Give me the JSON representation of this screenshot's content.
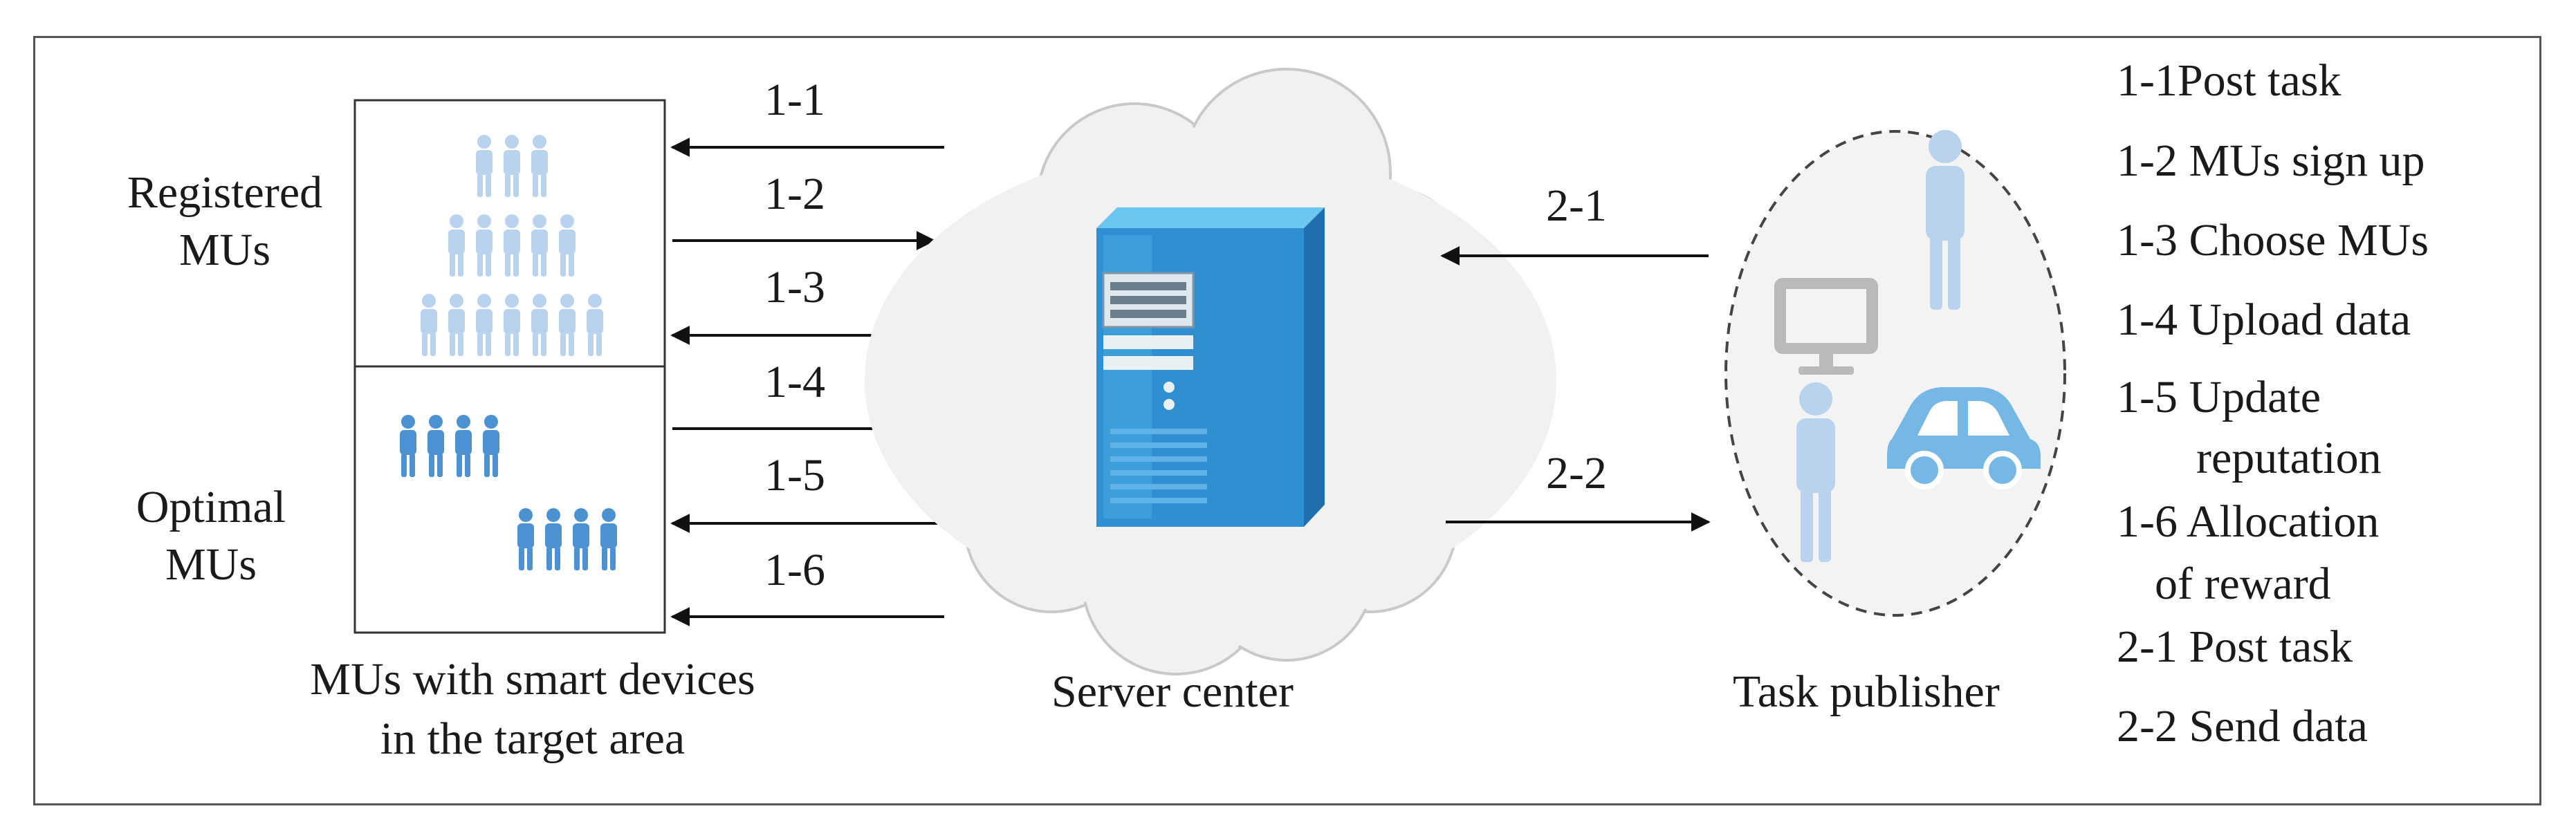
{
  "groups": {
    "registered": "Registered MUs",
    "optimal": "Optimal MUs",
    "caption_line1": "MUs with smart devices",
    "caption_line2": "in the target area"
  },
  "server": {
    "label": "Server center"
  },
  "publisher": {
    "label": "Task publisher"
  },
  "arrows": {
    "a11": "1-1",
    "a12": "1-2",
    "a13": "1-3",
    "a14": "1-4",
    "a15": "1-5",
    "a16": "1-6",
    "a21": "2-1",
    "a22": "2-2"
  },
  "legend": {
    "l1": "1-1Post task",
    "l2": "1-2 MUs sign up",
    "l3": "1-3 Choose MUs",
    "l4": "1-4 Upload data",
    "l5a": "1-5 Update",
    "l5b": "reputation",
    "l6a": "1-6 Allocation",
    "l6b": "of reward",
    "l7": "2-1 Post task",
    "l8": "2-2 Send data"
  },
  "colors": {
    "light_person": "#b9d3ee",
    "dark_person": "#4c92d3",
    "server_front": "#2f8fd0",
    "server_side": "#1f6fae",
    "server_top": "#6cc6f2",
    "cloud_fill": "#f1f1f1",
    "cloud_stroke": "#c9c9c9",
    "car": "#75b8e6",
    "monitor": "#b9b9b9"
  }
}
